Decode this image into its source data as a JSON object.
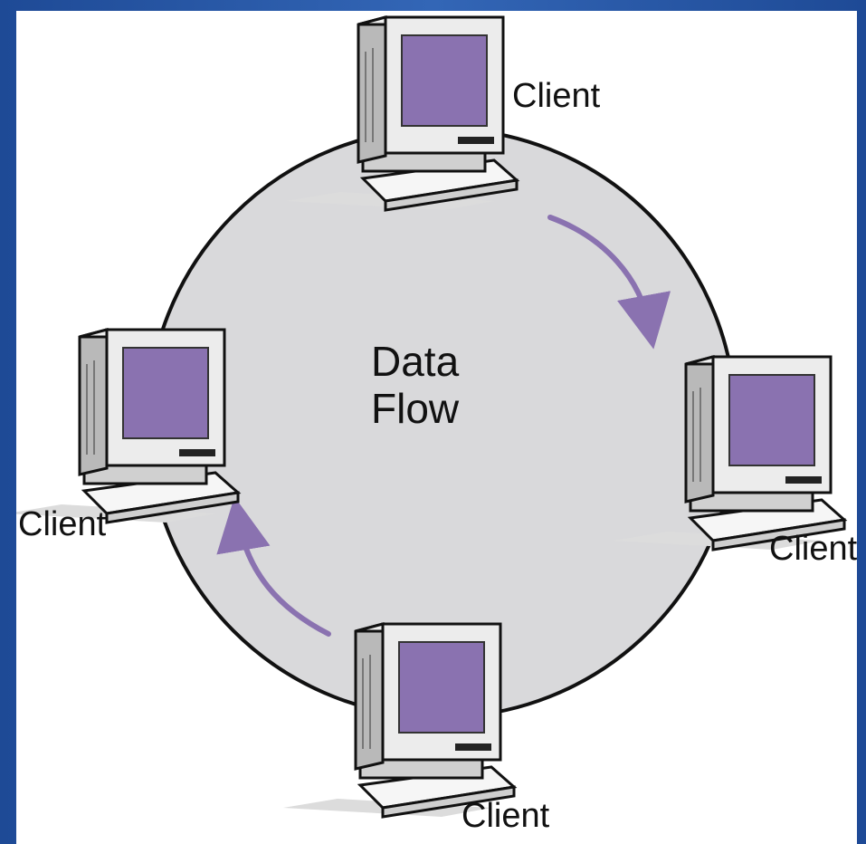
{
  "diagram": {
    "center_line1": "Data",
    "center_line2": "Flow",
    "client_labels": {
      "top": "Client",
      "right": "Client",
      "bottom": "Client",
      "left": "Client"
    },
    "colors": {
      "background": "#2a5aa8",
      "ring_fill": "#d9d9db",
      "screen": "#8a72b0",
      "arrow": "#8a72b0"
    }
  }
}
